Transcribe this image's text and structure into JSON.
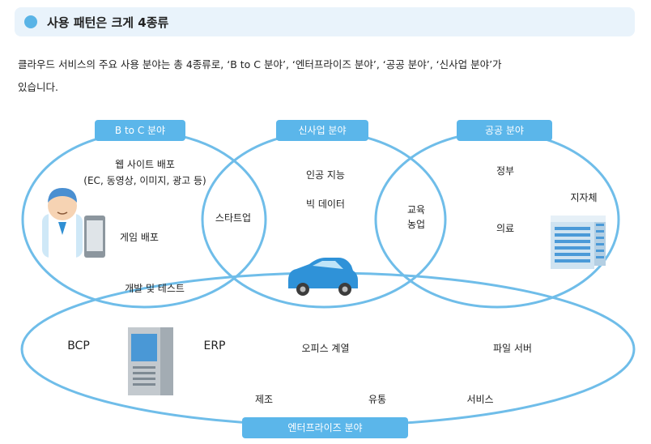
{
  "header": {
    "title": "사용 패턴은 크게 4종류"
  },
  "intro": {
    "line1": "클라우드 서비스의 주요 사용 분야는 총 4종류로, ‘B to C 분야’, ‘엔터프라이즈 분야’, ‘공공 분야’, ‘신사업 분야’가",
    "line2": "있습니다."
  },
  "diagram": {
    "categories": {
      "btoc": "B to C 분야",
      "newbiz": "신사업 분야",
      "public": "공공 분야",
      "enterprise": "엔터프라이즈 분야"
    },
    "items": {
      "web_deploy": "웹 사이트 배포",
      "web_deploy_detail": "(EC, 동영상, 이미지, 광고 등)",
      "game_deploy": "게임 배포",
      "dev_test": "개발 및 테스트",
      "startup": "스타트업",
      "ai": "인공 지능",
      "big_data": "빅 데이터",
      "education": "교육",
      "agriculture": "농업",
      "government": "정부",
      "local_gov": "지자체",
      "medical": "의료",
      "bcp": "BCP",
      "erp": "ERP",
      "office": "오피스 계열",
      "file_server": "파일 서버",
      "manufacturing": "제조",
      "distribution": "유통",
      "service": "서비스"
    },
    "colors": {
      "circle_stroke": "#6fbde9",
      "pill": "#5bb6ea"
    }
  }
}
